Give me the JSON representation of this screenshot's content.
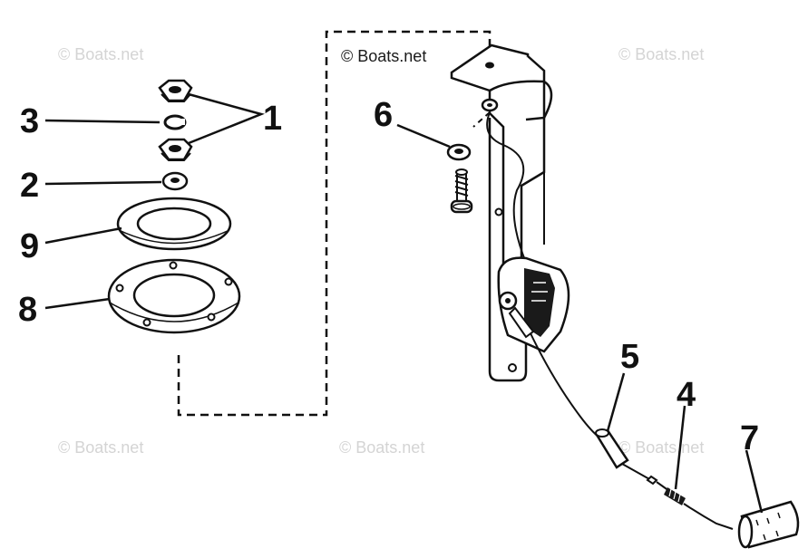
{
  "watermark_text": "© Boats.net",
  "callouts": {
    "c1": "1",
    "c2": "2",
    "c3": "3",
    "c4": "4",
    "c5": "5",
    "c6": "6",
    "c7": "7",
    "c8": "8",
    "c9": "9"
  },
  "colors": {
    "line": "#111111",
    "fill_dark": "#1a1a1a",
    "watermark": "#d4d4d4"
  }
}
